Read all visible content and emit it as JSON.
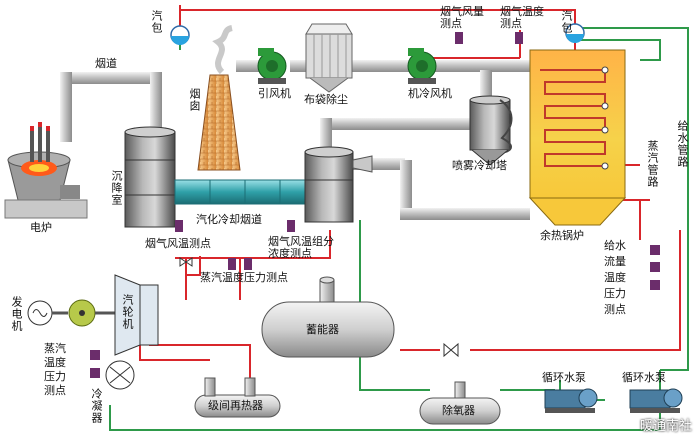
{
  "labels": {
    "drum_left": "汽包",
    "drum_right": "汽包",
    "flue": "烟道",
    "chimney": "烟囱",
    "induced_fan": "引风机",
    "bag_dust": "布袋除尘",
    "cooling_fan": "机冷风机",
    "flue_gas_meas_top": "烟气风量测点",
    "flue_temp_meas_top": "烟气温度测点",
    "spray_tower": "喷雾冷却塔",
    "settling_chamber": "沉降室",
    "electric_furnace": "电炉",
    "vaporization_duct": "汽化冷却烟道",
    "flue_temp_point": "烟气风温测点",
    "flue_temp_comp_point": "烟气风温组分浓度测点",
    "steam_pipe": "蒸汽管路",
    "feed_water_pipe": "给水管路",
    "waste_heat_boiler": "余热锅炉",
    "feed_water_meas": "给水流量温度压力测点",
    "generator": "发电机",
    "turbine": "汽轮机",
    "steam_temp_pressure_point": "蒸汽温度压力测点",
    "accumulator": "蓄能器",
    "steam_meas_left": "蒸汽温度压力测点",
    "condenser": "冷凝器",
    "reheater": "级间再热器",
    "deaerator": "除氧器",
    "circ_pump_1": "循环水泵",
    "circ_pump_2": "循环水泵",
    "watermark": "暖通南社"
  },
  "colors": {
    "steam_line": "#d9262b",
    "water_line": "#2e9a4a",
    "pipe": "#c8c8c8",
    "teal_duct": "#2fa0a8",
    "boiler_flame": "#f08a1c",
    "boiler_body": "#f7c83a",
    "fan_green": "#2c9a3a",
    "chimney": "#e8a65a",
    "meas_probe": "#6b2d6b"
  }
}
